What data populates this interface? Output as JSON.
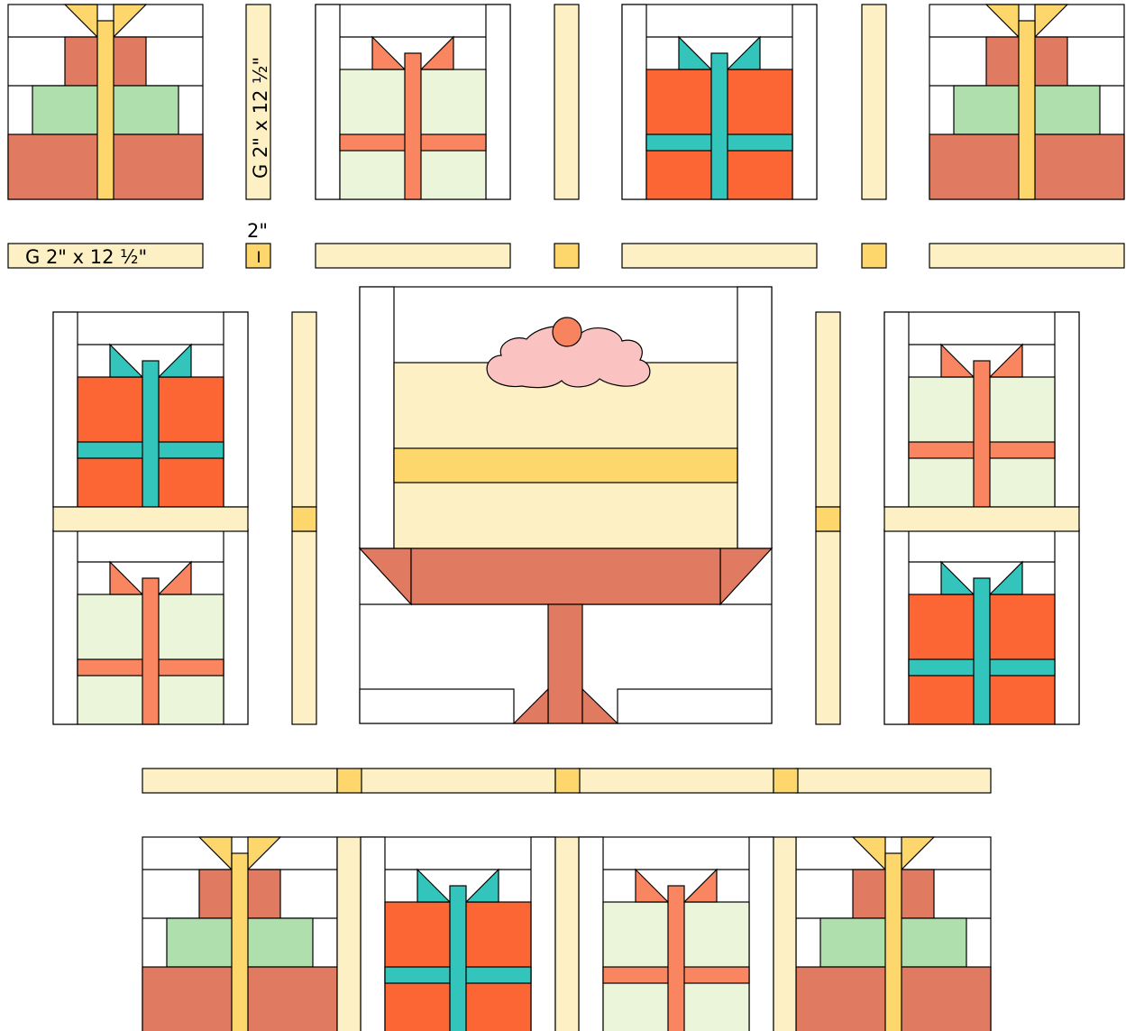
{
  "colors": {
    "outline": "#000000",
    "background": "#ffffff",
    "sashing": "#fdf0c4",
    "cornerstone": "#fdd66c",
    "terracotta": "#e07a61",
    "tier_green": "#b0dfae",
    "ribbon_yellow": "#fdd66c",
    "light_green": "#ebf5d9",
    "coral": "#fa8661",
    "orange_red": "#fc6534",
    "teal": "#33c4bb",
    "cake_body": "#fdf0c4",
    "cake_band": "#fdd66c",
    "frosting": "#fbc2c2",
    "cherry": "#f7845e",
    "stand": "#e07a61"
  },
  "labels": {
    "vertical_strip": "G   2\" x 12 ½\"",
    "horizontal_strip": "G   2\" x 12 ½\"",
    "cornerstone_size": "2\"",
    "cornerstone_letter": "I"
  },
  "legend": {
    "pieces": [
      {
        "letter": "G",
        "size": "2\" x 12 ½\"",
        "icon": "sashing-strip"
      },
      {
        "letter": "I",
        "size": "2\"",
        "icon": "cornerstone-square"
      }
    ]
  },
  "blocks": {
    "tiered_gift": {
      "colors": [
        "terracotta",
        "tier_green",
        "ribbon_yellow"
      ]
    },
    "green_gift": {
      "colors": [
        "light_green",
        "coral"
      ]
    },
    "red_gift": {
      "colors": [
        "orange_red",
        "teal"
      ]
    },
    "cake": {
      "colors": [
        "cake_body",
        "cake_band",
        "frosting",
        "cherry",
        "stand"
      ]
    }
  }
}
